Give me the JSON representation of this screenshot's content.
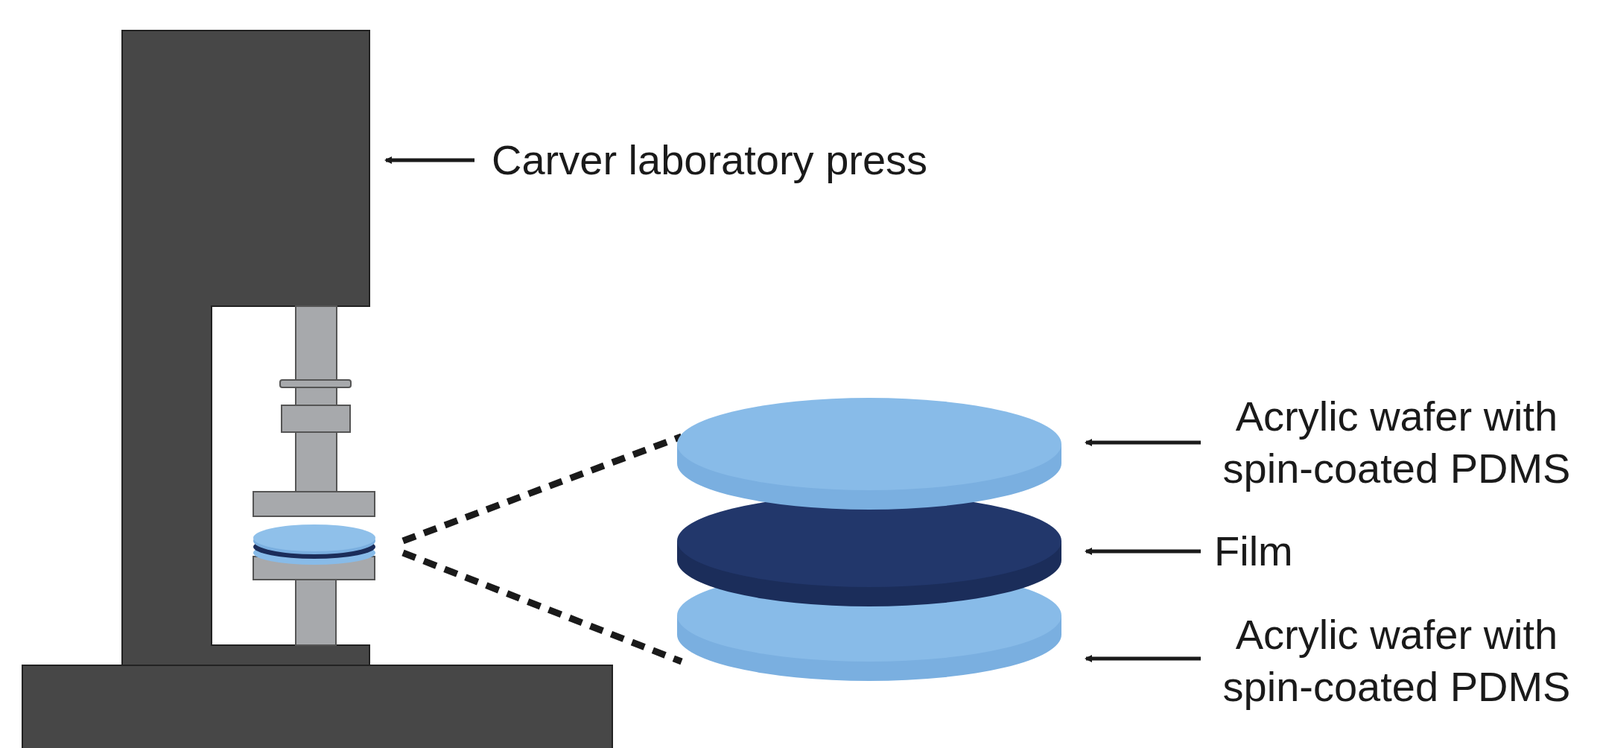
{
  "diagram": {
    "labels": [
      "Carver laboratory press",
      "Acrylic wafer with spin-coated PDMS",
      "Film",
      "Acrylic wafer with spin-coated PDMS"
    ]
  }
}
